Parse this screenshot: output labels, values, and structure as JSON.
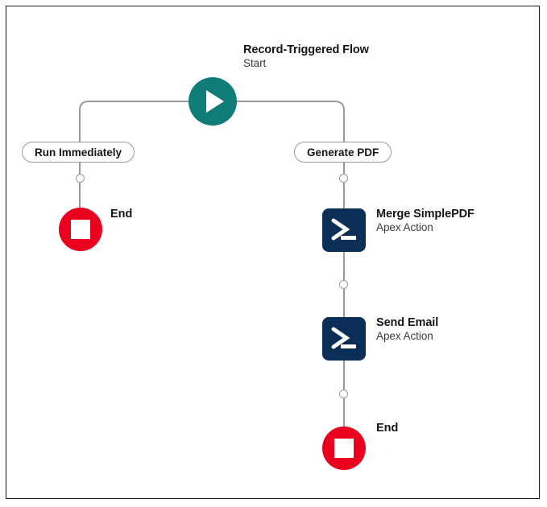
{
  "canvas": {
    "background_color": "#ffffff",
    "border_color": "#1b1b1b"
  },
  "palette": {
    "start_teal": "#0f7c77",
    "action_navy": "#0b2e57",
    "end_red": "#ea001e",
    "connector_gray": "#9a9a9a",
    "text_primary": "#161616",
    "text_secondary": "#3b3b3b"
  },
  "start": {
    "title": "Record-Triggered Flow",
    "subtitle": "Start",
    "icon": "play-icon"
  },
  "branches": [
    {
      "label": "Run Immediately"
    },
    {
      "label": "Generate PDF"
    }
  ],
  "nodes": {
    "merge_simplepdf": {
      "title": "Merge SimplePDF",
      "subtitle": "Apex Action",
      "icon": "terminal-icon"
    },
    "send_email": {
      "title": "Send Email",
      "subtitle": "Apex Action",
      "icon": "terminal-icon"
    },
    "end_left": {
      "title": "End",
      "icon": "stop-icon"
    },
    "end_right": {
      "title": "End",
      "icon": "stop-icon"
    }
  },
  "connectors": {
    "add_element_icon": "add-element-circle-icon",
    "count": 4
  }
}
